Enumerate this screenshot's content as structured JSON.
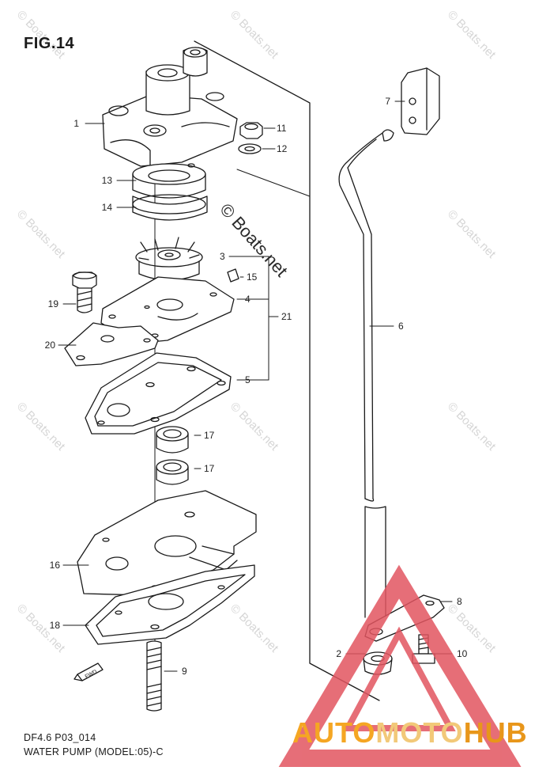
{
  "figure_label": "FIG.14",
  "caption_code": "DF4.6 P03_014",
  "caption_title": "WATER PUMP (MODEL:05)-C",
  "watermark_small": "© Boats.net",
  "watermark_large": "© Boats.net",
  "brand": {
    "part1": "AUTO",
    "part2": "MOTO",
    "part3": "HUB"
  },
  "fwd_label": "FWD",
  "callouts": {
    "c1": "1",
    "c2": "2",
    "c3": "3",
    "c4": "4",
    "c5": "5",
    "c6": "6",
    "c7": "7",
    "c8": "8",
    "c9": "9",
    "c10": "10",
    "c11": "11",
    "c12": "12",
    "c13": "13",
    "c14": "14",
    "c15": "15",
    "c16": "16",
    "c17a": "17",
    "c17b": "17",
    "c18": "18",
    "c19": "19",
    "c20": "20",
    "c21": "21"
  },
  "colors": {
    "line": "#1a1a1a",
    "triangle": "#e25560",
    "brand_orange": "#f5a623",
    "watermark": "#d6d6d6"
  }
}
